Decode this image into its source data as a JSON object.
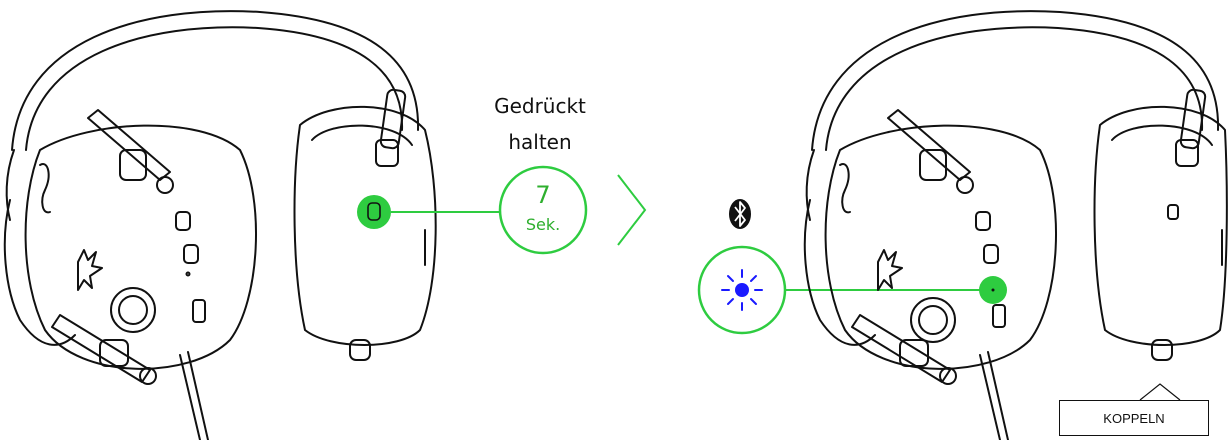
{
  "instruction": {
    "hold_line1": "Gedrückt",
    "hold_line2": "halten",
    "timer_value": "7",
    "timer_unit": "Sek."
  },
  "pairing": {
    "label": "KOPPELN"
  },
  "icons": {
    "power_button": "power-icon",
    "bluetooth": "bluetooth-icon",
    "led_indicator": "led-blinking-icon",
    "next_step": "chevron-right-icon",
    "razer_logo": "razer-logo"
  },
  "colors": {
    "highlight": "#2ecc40",
    "line": "#111111",
    "led": "#1a1aff",
    "text_green": "#2eaf2e"
  }
}
